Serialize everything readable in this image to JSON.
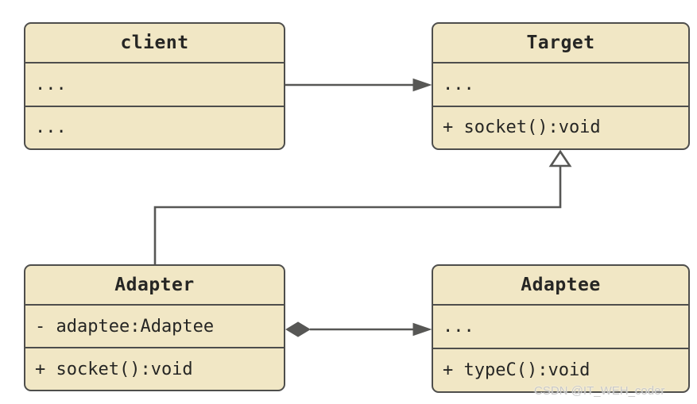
{
  "diagram": {
    "kind": "uml-class-diagram",
    "pattern": "Adapter",
    "colors": {
      "box_fill": "#F1E7C5",
      "box_border": "#4E4E4C",
      "line": "#575755",
      "text": "#262624",
      "background": "#FFFFFF",
      "watermark_text_color": "#C9C9C9"
    },
    "classes": [
      {
        "id": "client",
        "name": "client",
        "attributes": "...",
        "methods": "..."
      },
      {
        "id": "target",
        "name": "Target",
        "attributes": "...",
        "methods": "+ socket():void"
      },
      {
        "id": "adapter",
        "name": "Adapter",
        "attributes": "- adaptee:Adaptee",
        "methods": "+ socket():void"
      },
      {
        "id": "adaptee",
        "name": "Adaptee",
        "attributes": "...",
        "methods": "+ typeC():void"
      }
    ],
    "relationships": [
      {
        "from": "client",
        "to": "Target",
        "type": "association",
        "head": "filled-arrow",
        "tail": "none"
      },
      {
        "from": "Adapter",
        "to": "Target",
        "type": "generalization",
        "head": "hollow-triangle",
        "tail": "none"
      },
      {
        "from": "Adapter",
        "to": "Adaptee",
        "type": "composition",
        "head": "filled-arrow",
        "tail": "filled-diamond"
      }
    ]
  },
  "watermark": {
    "text": "CSDN @IT_WEH_coder"
  }
}
